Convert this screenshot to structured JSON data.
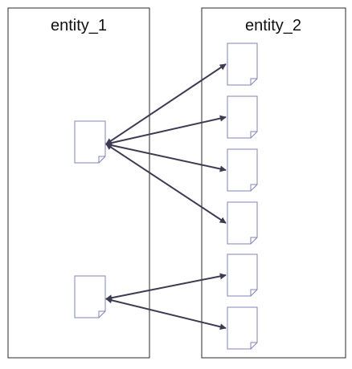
{
  "entities": [
    {
      "title": "entity_1"
    },
    {
      "title": "entity_2"
    }
  ],
  "colors": {
    "frame": "#2a2a2a",
    "doc_stroke": "#7f84b5",
    "arrow": "#3e3a52"
  },
  "links": [
    {
      "from": 0,
      "to": 0
    },
    {
      "from": 0,
      "to": 1
    },
    {
      "from": 0,
      "to": 2
    },
    {
      "from": 0,
      "to": 3
    },
    {
      "from": 1,
      "to": 4
    },
    {
      "from": 1,
      "to": 5
    }
  ]
}
